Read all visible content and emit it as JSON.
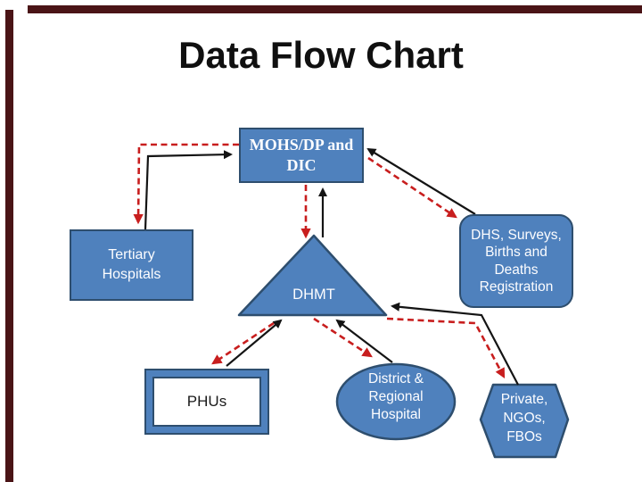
{
  "slide": {
    "title": "Data Flow Chart"
  },
  "theme": {
    "shape_fill": "#4f81bd",
    "shape_stroke": "#2e4e6e",
    "arrow_black": "#141414",
    "arrow_red_dashed": "#c81e1e",
    "edge_bar": "#4a1416"
  },
  "nodes": {
    "mohs": {
      "lines": [
        "MOHS/DP and",
        "DIC"
      ]
    },
    "tertiary": {
      "lines": [
        "Tertiary",
        "Hospitals"
      ]
    },
    "dhmt": {
      "label": "DHMT"
    },
    "dhs": {
      "lines": [
        "DHS, Surveys,",
        "Births and",
        "Deaths",
        "Registration"
      ]
    },
    "phus": {
      "label": "PHUs"
    },
    "district": {
      "lines": [
        "District &",
        "Regional",
        "Hospital"
      ]
    },
    "private_ngos": {
      "lines": [
        "Private,",
        "NGOs,",
        "FBOs"
      ]
    }
  }
}
